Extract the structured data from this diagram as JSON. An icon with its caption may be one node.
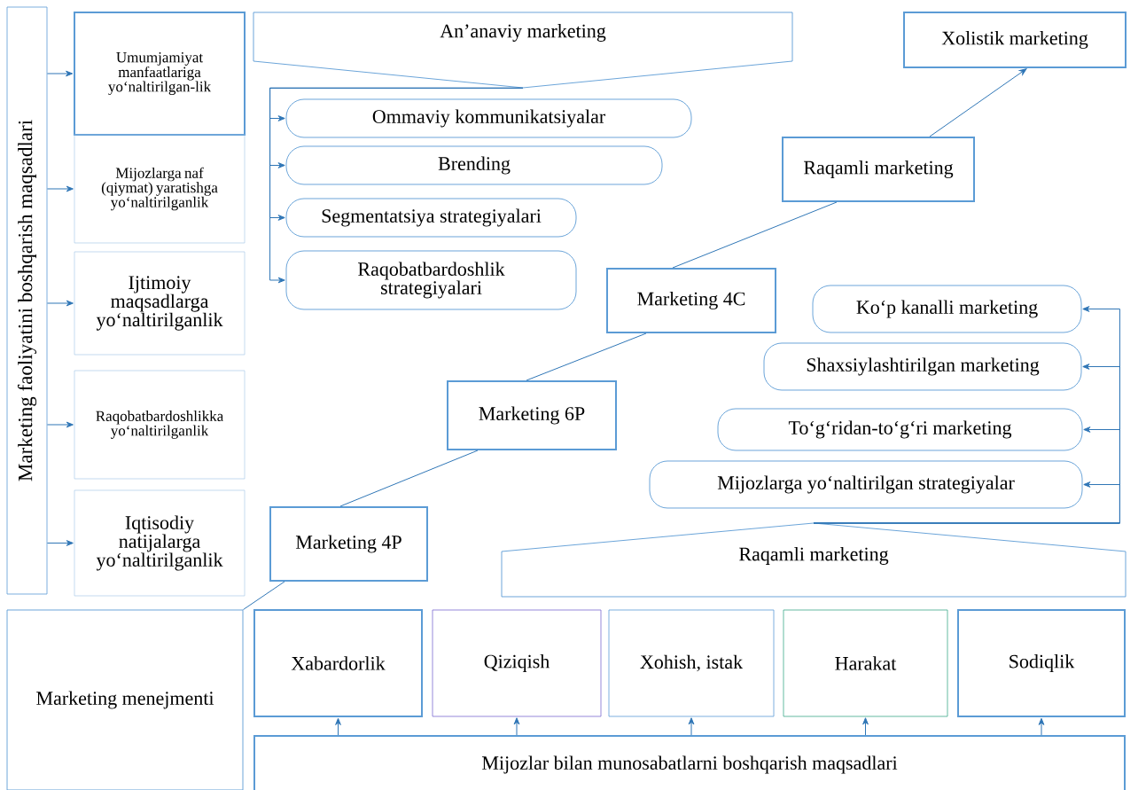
{
  "diagram": {
    "nodes": [
      {
        "text": [
          "Marketing faoliyatini boshqarish maqsadlari"
        ]
      },
      {
        "text": [
          "Umumjamiyat manfaatlariga yo‘naltirilgan-lik"
        ]
      },
      {
        "text": [
          "Mijozlarga naf (qiymat) yaratishga yo‘naltirilganlik"
        ]
      },
      {
        "text": [
          "Ijtimoiy maqsadlarga yo‘naltirilganlik"
        ]
      },
      {
        "text": [
          "Raqobatbardoshlikka yo‘naltirilganlik"
        ]
      },
      {
        "text": [
          "Iqtisodiy natijalarga yo‘naltirilganlik"
        ]
      },
      {
        "text": [
          "An’anaviy marketing"
        ]
      },
      {
        "text": [
          "Ommaviy kommunikatsiyalar"
        ]
      },
      {
        "text": [
          "Brending"
        ]
      },
      {
        "text": [
          "Segmentatsiya strategiyalari"
        ]
      },
      {
        "text": [
          "Raqobatbardoshlik strategiyalari"
        ]
      },
      {
        "text": [
          "Xolistik marketing"
        ]
      },
      {
        "text": [
          "Raqamli marketing"
        ]
      },
      {
        "text": [
          "Marketing 4C"
        ]
      },
      {
        "text": [
          "Marketing 6P"
        ]
      },
      {
        "text": [
          "Marketing 4P"
        ]
      },
      {
        "text": [
          "Ko‘p kanalli marketing"
        ]
      },
      {
        "text": [
          "Shaxsiylashtirilgan marketing"
        ]
      },
      {
        "text": [
          "To‘g‘ridan-to‘g‘ri marketing"
        ]
      },
      {
        "text": [
          "Mijozlarga yo‘naltirilgan strategiyalar"
        ]
      },
      {
        "text": [
          "Raqamli marketing"
        ]
      },
      {
        "text": [
          "Marketing menejmenti"
        ]
      },
      {
        "text": [
          "Xabardorlik"
        ]
      },
      {
        "text": [
          "Qiziqish"
        ]
      },
      {
        "text": [
          "Xohish, istak"
        ]
      },
      {
        "text": [
          "Harakat"
        ]
      },
      {
        "text": [
          "Sodiqlik"
        ]
      },
      {
        "text": [
          "Mijozlar bilan munosabatlarni boshqarish maqsadlari"
        ]
      }
    ],
    "edges": [
      {
        "from": 0,
        "to": 1,
        "arrow": "to"
      },
      {
        "from": 0,
        "to": 2,
        "arrow": "to"
      },
      {
        "from": 0,
        "to": 3,
        "arrow": "to"
      },
      {
        "from": 0,
        "to": 4,
        "arrow": "to"
      },
      {
        "from": 0,
        "to": 5,
        "arrow": "to"
      },
      {
        "from": 6,
        "to": 7,
        "arrow": "to"
      },
      {
        "from": 6,
        "to": 8,
        "arrow": "to"
      },
      {
        "from": 6,
        "to": 9,
        "arrow": "to"
      },
      {
        "from": 6,
        "to": 10,
        "arrow": "to"
      },
      {
        "from": 21,
        "to": 15,
        "arrow": "none"
      },
      {
        "from": 15,
        "to": 14,
        "arrow": "none"
      },
      {
        "from": 14,
        "to": 13,
        "arrow": "none"
      },
      {
        "from": 13,
        "to": 12,
        "arrow": "none"
      },
      {
        "from": 12,
        "to": 11,
        "arrow": "to"
      },
      {
        "from": 20,
        "to": 16,
        "arrow": "to"
      },
      {
        "from": 20,
        "to": 17,
        "arrow": "to"
      },
      {
        "from": 20,
        "to": 18,
        "arrow": "to"
      },
      {
        "from": 20,
        "to": 19,
        "arrow": "to"
      },
      {
        "from": 27,
        "to": 22,
        "arrow": "to"
      },
      {
        "from": 27,
        "to": 23,
        "arrow": "to"
      },
      {
        "from": 27,
        "to": 24,
        "arrow": "to"
      },
      {
        "from": 27,
        "to": 25,
        "arrow": "to"
      },
      {
        "from": 27,
        "to": 26,
        "arrow": "to"
      }
    ]
  }
}
